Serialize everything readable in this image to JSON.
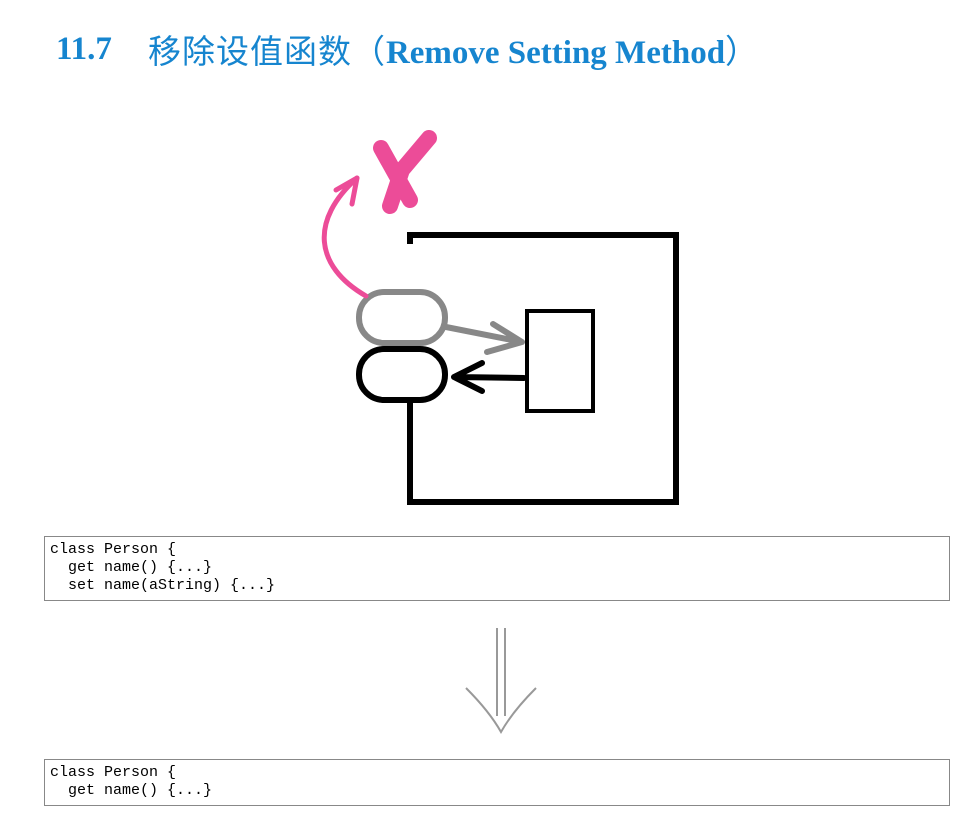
{
  "heading": {
    "number": "11.7",
    "title_zh": "移除设值函数（",
    "title_en": "Remove Setting Method",
    "title_close": "）"
  },
  "colors": {
    "heading": "#1685cf",
    "cross_mark": "#ec4c98",
    "removed_method": "#888888",
    "kept_method": "#000000"
  },
  "code_before": {
    "lines": [
      "class Person {",
      "  get name() {...}",
      "  set name(aString) {...}"
    ]
  },
  "code_after": {
    "lines": [
      "class Person {",
      "  get name() {...}"
    ]
  }
}
